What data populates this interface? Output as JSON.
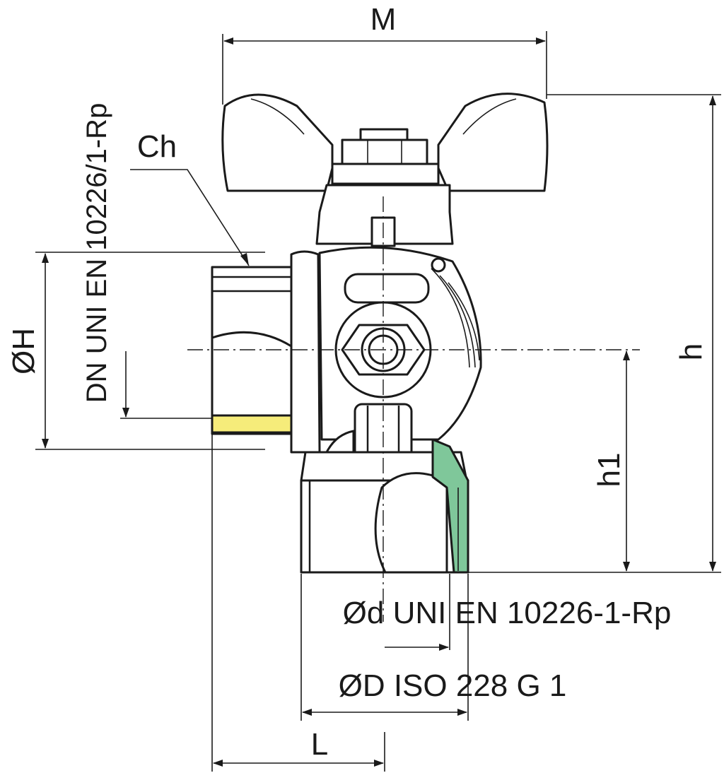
{
  "diagram": {
    "labels": {
      "M": "M",
      "Ch": "Ch",
      "H": "ØH",
      "dn": "DN UNI EN 10226/1-Rp",
      "h": "h",
      "h1": "h1",
      "d": "Ød UNI EN 10226-1-Rp",
      "D": "ØD ISO 228 G 1",
      "L": "L"
    },
    "colors": {
      "line": "#1a1a1a",
      "yellow_gasket": "#f6ec7a",
      "green_gasket": "#7fc79a",
      "background": "#ffffff"
    }
  }
}
